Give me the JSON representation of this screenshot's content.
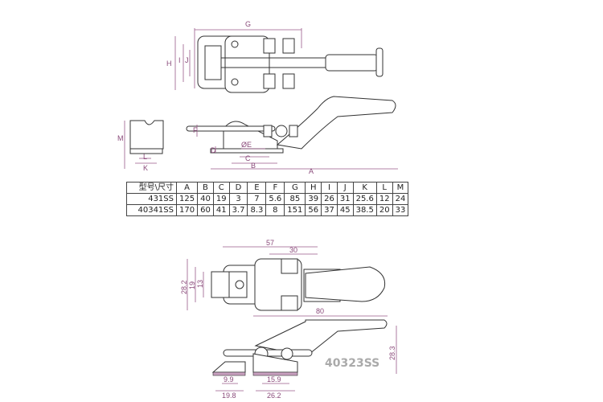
{
  "top_drawing": {
    "dimension_labels": {
      "G": "G",
      "H": "H",
      "I": "I",
      "J": "J",
      "F": "F",
      "E": "ØE",
      "D": "D",
      "C": "C",
      "B": "B",
      "A": "A",
      "M": "M",
      "L": "L",
      "K": "K"
    }
  },
  "spec_table": {
    "header": [
      "型号\\尺寸",
      "A",
      "B",
      "C",
      "D",
      "E",
      "F",
      "G",
      "H",
      "I",
      "J",
      "K",
      "L",
      "M"
    ],
    "rows": [
      [
        "431SS",
        "125",
        "40",
        "19",
        "3",
        "7",
        "5.6",
        "85",
        "39",
        "26",
        "31",
        "25.6",
        "12",
        "24"
      ],
      [
        "40341SS",
        "170",
        "60",
        "41",
        "3.7",
        "8.3",
        "8",
        "151",
        "56",
        "37",
        "45",
        "38.5",
        "20",
        "33"
      ]
    ]
  },
  "bottom_drawing": {
    "model": "40323SS",
    "dimensions": {
      "d57": "57",
      "d30": "30",
      "d28_2": "28.2",
      "d19": "19",
      "d13": "13",
      "d80": "80",
      "d28_3": "28.3",
      "d9_9": "9.9",
      "d19_8": "19.8",
      "d15_9": "15.9",
      "d26_2": "26.2"
    }
  }
}
